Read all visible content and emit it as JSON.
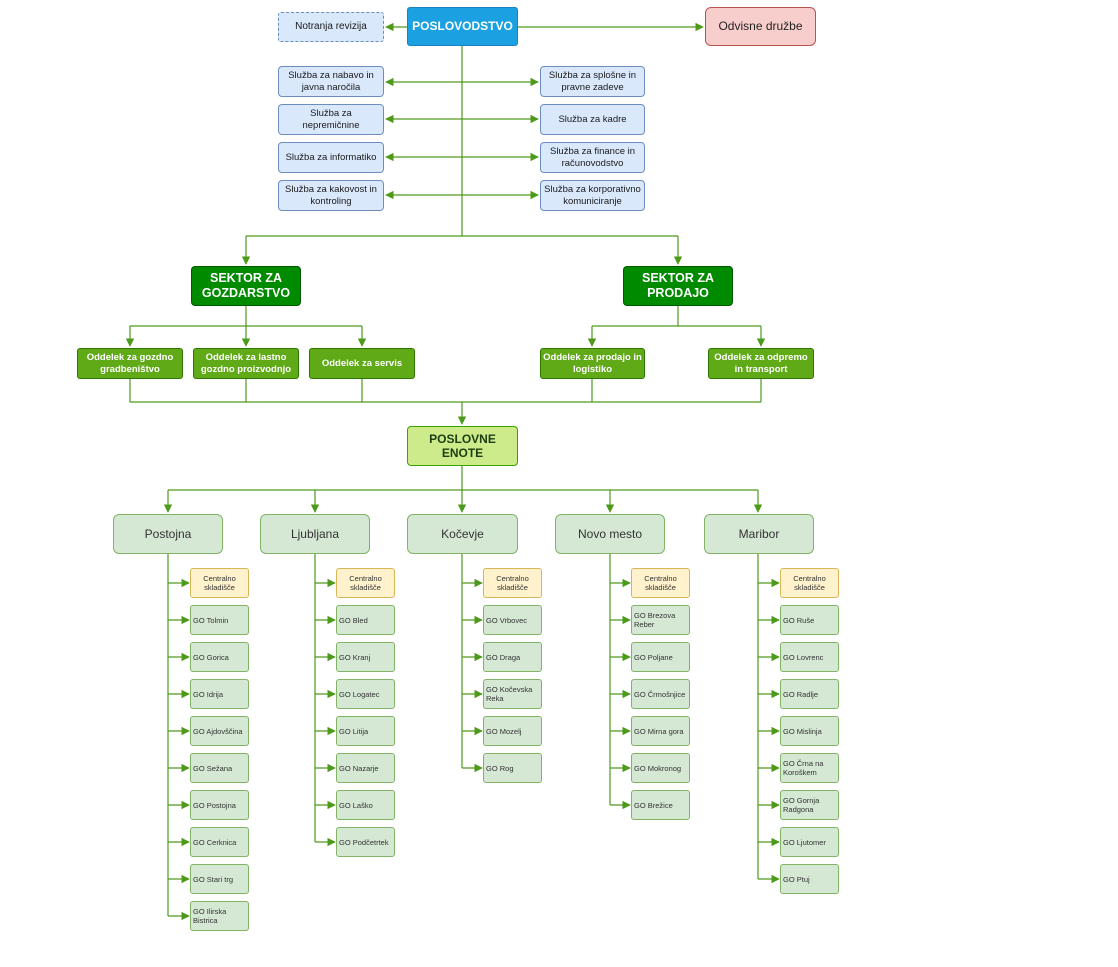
{
  "top": {
    "management": "POSLOVODSTVO",
    "internal_audit": "Notranja revizija",
    "subsidiaries": "Odvisne družbe"
  },
  "services": {
    "left": [
      "Služba za nabavo in javna naročila",
      "Služba za nepremičnine",
      "Služba za informatiko",
      "Služba za kakovost in kontroling"
    ],
    "right": [
      "Služba za splošne in pravne zadeve",
      "Služba za kadre",
      "Služba za finance in računovodstvo",
      "Služba za korporativno komuniciranje"
    ]
  },
  "sectors": [
    {
      "name": "SEKTOR ZA GOZDARSTVO",
      "departments": [
        "Oddelek za gozdno gradbeništvo",
        "Oddelek za lastno gozdno proizvodnjo",
        "Oddelek za servis"
      ]
    },
    {
      "name": "SEKTOR ZA PRODAJO",
      "departments": [
        "Oddelek za prodajo in logistiko",
        "Oddelek za odpremo in transport"
      ]
    }
  ],
  "business_units": {
    "title": "POSLOVNE ENOTE",
    "cities": [
      {
        "name": "Postojna",
        "warehouse": "Centralno skladišče",
        "units": [
          "GO Tolmin",
          "GO Gorica",
          "GO Idrija",
          "GO Ajdovščina",
          "GO Sežana",
          "GO Postojna",
          "GO Cerknica",
          "GO Stari trg",
          "GO Ilirska Bistrica"
        ]
      },
      {
        "name": "Ljubljana",
        "warehouse": "Centralno skladišče",
        "units": [
          "GO Bled",
          "GO Kranj",
          "GO Logatec",
          "GO Litija",
          "GO Nazarje",
          "GO Laško",
          "GO Podčetrtek"
        ]
      },
      {
        "name": "Kočevje",
        "warehouse": "Centralno skladišče",
        "units": [
          "GO Vrbovec",
          "GO Draga",
          "GO Kočevska Reka",
          "GO Mozelj",
          "GO Rog"
        ]
      },
      {
        "name": "Novo mesto",
        "warehouse": "Centralno skladišče",
        "units": [
          "GO Brezova Reber",
          "GO Poljane",
          "GO Črmošnjice",
          "GO Mirna gora",
          "GO Mokronog",
          "GO Brežice"
        ]
      },
      {
        "name": "Maribor",
        "warehouse": "Centralno skladišče",
        "units": [
          "GO Ruše",
          "GO Lovrenc",
          "GO Radlje",
          "GO Mislinja",
          "GO Črna na Koroškem",
          "GO Gornja Radgona",
          "GO Ljutomer",
          "GO Ptuj"
        ]
      }
    ]
  },
  "colors": {
    "connector": "#4d9a1a",
    "management": "#1ba1e2",
    "services": "#dae8fc",
    "sector": "#008a00",
    "department": "#60a917",
    "business_units": "#cdeb8b",
    "city": "#d5e8d4",
    "warehouse": "#fff2cc",
    "subsidiaries": "#f8cecc"
  }
}
